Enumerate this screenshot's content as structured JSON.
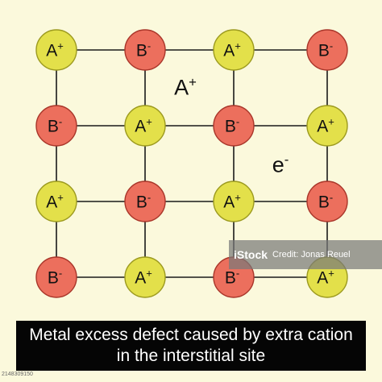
{
  "diagram": {
    "lattice": [
      [
        "A+",
        "B-",
        "A+",
        "B-"
      ],
      [
        "B-",
        "A+",
        "B-",
        "A+"
      ],
      [
        "A+",
        "B-",
        "A+",
        "B-"
      ],
      [
        "B-",
        "A+",
        "B-",
        "A+"
      ]
    ],
    "interstitial_cation": {
      "letter": "A",
      "charge": "+"
    },
    "free_electron": {
      "letter": "e",
      "charge": "-"
    },
    "colors": {
      "cation_fill": "#e3e04a",
      "cation_stroke": "#9c9a1f",
      "anion_fill": "#ec6f5d",
      "anion_stroke": "#a9362a",
      "bond": "#1a1a1a"
    }
  },
  "caption": "Metal excess defect caused by extra cation in the interstitial site",
  "watermark": {
    "logo": "iStock",
    "credit": "Credit: Jonas Reuel",
    "id": "2148309150"
  }
}
